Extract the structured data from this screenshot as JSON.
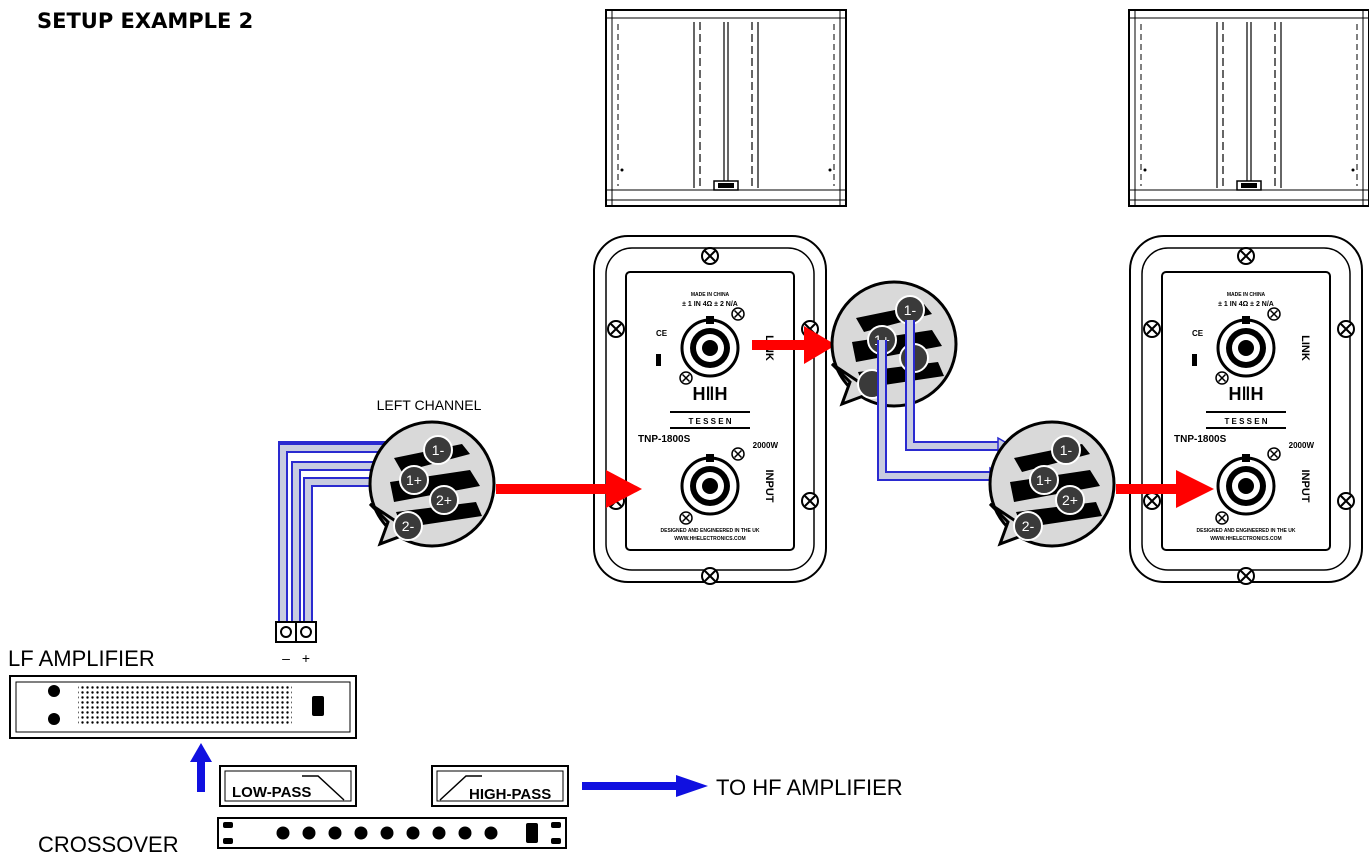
{
  "title": "SETUP EXAMPLE 2",
  "labels": {
    "left_channel": "LEFT CHANNEL",
    "lf_amplifier": "LF AMPLIFIER",
    "crossover": "CROSSOVER",
    "to_hf_amplifier": "TO HF AMPLIFIER",
    "low_pass": "LOW-PASS",
    "high_pass": "HIGH-PASS",
    "terminal_minus": "–",
    "terminal_plus": "+"
  },
  "connector_pins": {
    "pin_1_minus": "1-",
    "pin_1_plus": "1+",
    "pin_2_plus": "2+",
    "pin_2_minus": "2-"
  },
  "panel": {
    "made_in": "MADE IN CHINA",
    "pinout": "± 1 IN 4Ω ± 2 N/A",
    "link": "LINK",
    "input": "INPUT",
    "brand": "T E S S E N",
    "model": "TNP-1800S",
    "power": "2000W",
    "designed": "DESIGNED AND ENGINEERED IN THE UK",
    "website": "WWW.HHELECTRONICS.COM",
    "ce_mark": "CE"
  },
  "colors": {
    "signal_arrow": "#ff0000",
    "hf_arrow": "#1010e0",
    "cable_fill": "#c8cce0",
    "cable_edge": "#2a2ad0",
    "connector_gray": "#d9d9d9",
    "pin_dark": "#3a3a3a"
  }
}
